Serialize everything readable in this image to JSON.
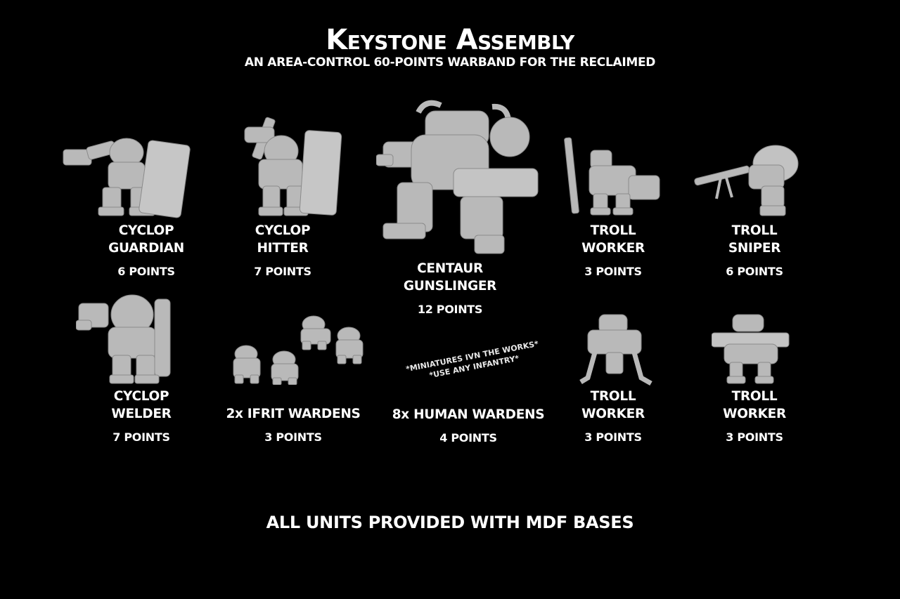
{
  "header": {
    "title": "Keystone Assembly",
    "subtitle": "AN AREA-CONTROL 60-POINTS WARBAND FOR THE RECLAIMED"
  },
  "units": [
    {
      "name_line1": "CYCLOP",
      "name_line2": "GUARDIAN",
      "points": "6 POINTS",
      "figure": "robot-with-shield"
    },
    {
      "name_line1": "CYCLOP",
      "name_line2": "HITTER",
      "points": "7 POINTS",
      "figure": "robot-with-hammer-and-shield"
    },
    {
      "name_line1": "CENTAUR",
      "name_line2": "GUNSLINGER",
      "points": "12 POINTS",
      "figure": "heavy-robot-with-gatling"
    },
    {
      "name_line1": "TROLL",
      "name_line2": "WORKER",
      "points": "3 POINTS",
      "figure": "small-robot-with-pole"
    },
    {
      "name_line1": "TROLL",
      "name_line2": "SNIPER",
      "points": "6 POINTS",
      "figure": "small-robot-with-rifle"
    },
    {
      "name_line1": "CYCLOP",
      "name_line2": "WELDER",
      "points": "7 POINTS",
      "figure": "robot-with-welder"
    },
    {
      "name_line1": "2x IFRIT WARDENS",
      "name_line2": "",
      "points": "3 POINTS",
      "figure": "four-infantry-robots"
    },
    {
      "name_line1": "8x HUMAN WARDENS",
      "name_line2": "",
      "points": "4 POINTS",
      "figure": "none"
    },
    {
      "name_line1": "TROLL",
      "name_line2": "WORKER",
      "points": "3 POINTS",
      "figure": "small-robot-walker"
    },
    {
      "name_line1": "TROLL",
      "name_line2": "WORKER",
      "points": "3 POINTS",
      "figure": "small-robot-with-beam"
    }
  ],
  "note": {
    "line1": "*MINIATURES IVN THE WORKS*",
    "line2": "*USE ANY INFANTRY*"
  },
  "footer": {
    "text": "ALL UNITS PROVIDED WITH MDF BASES"
  },
  "colors": {
    "background": "#000000",
    "text": "#ffffff",
    "miniature": "#bdbdbd"
  }
}
